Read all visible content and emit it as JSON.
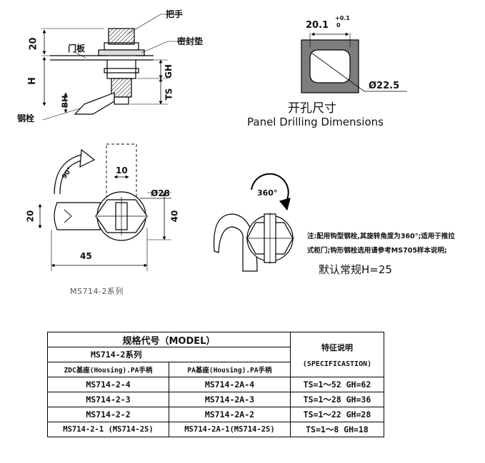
{
  "side_view": {
    "handle": "把手",
    "seal": "密封垫",
    "door_panel": "门板",
    "latch": "钢栓",
    "dim_20": "20",
    "dim_h": "H",
    "dim_gh": "GH",
    "dim_ts": "TS",
    "dim_bh": "BH"
  },
  "drilling": {
    "width": "20.1",
    "tol_plus": "+0.1",
    "tol_zero": "0",
    "diameter": "Ø22.5",
    "title_cn": "开孔尺寸",
    "title_en": "Panel Drilling Dimensions"
  },
  "front_view": {
    "rotation": "90°",
    "dim_10": "10",
    "dim_28": "Ø28",
    "dim_20": "20",
    "dim_40": "40",
    "dim_45": "45",
    "series_label": "MS714-2系列"
  },
  "hook_view": {
    "rotation": "360°",
    "note_line1": "注:配用钩型钢栓,其旋转角度为360°;适用于推拉",
    "note_line2": "式柜门;钩形钢栓选用请参考MS705样本说明;",
    "default_h": "默认常规H=25"
  },
  "spec_table": {
    "model_header": "规格代号（MODEL）",
    "series": "MS714-2系列",
    "col1_header": "ZDC基座(Housing).PA手柄",
    "col2_header": "PA基座(Housing).PA手柄",
    "desc_header_cn": "特征说明",
    "desc_header_en": "(SPECIFICASTION)",
    "rows": [
      {
        "a": "MS714-2-4",
        "b": "MS714-2A-4",
        "spec": "TS=1～52  GH=62"
      },
      {
        "a": "MS714-2-3",
        "b": "MS714-2A-3",
        "spec": "TS=1～28  GH=36"
      },
      {
        "a": "MS714-2-2",
        "b": "MS714-2A-2",
        "spec": "TS=1～22  GH=28"
      },
      {
        "a": "MS714-2-1 (MS714-2S)",
        "b": "MS714-2A-1(MS714-2S)",
        "spec": "TS=1～8  GH=18"
      }
    ]
  }
}
